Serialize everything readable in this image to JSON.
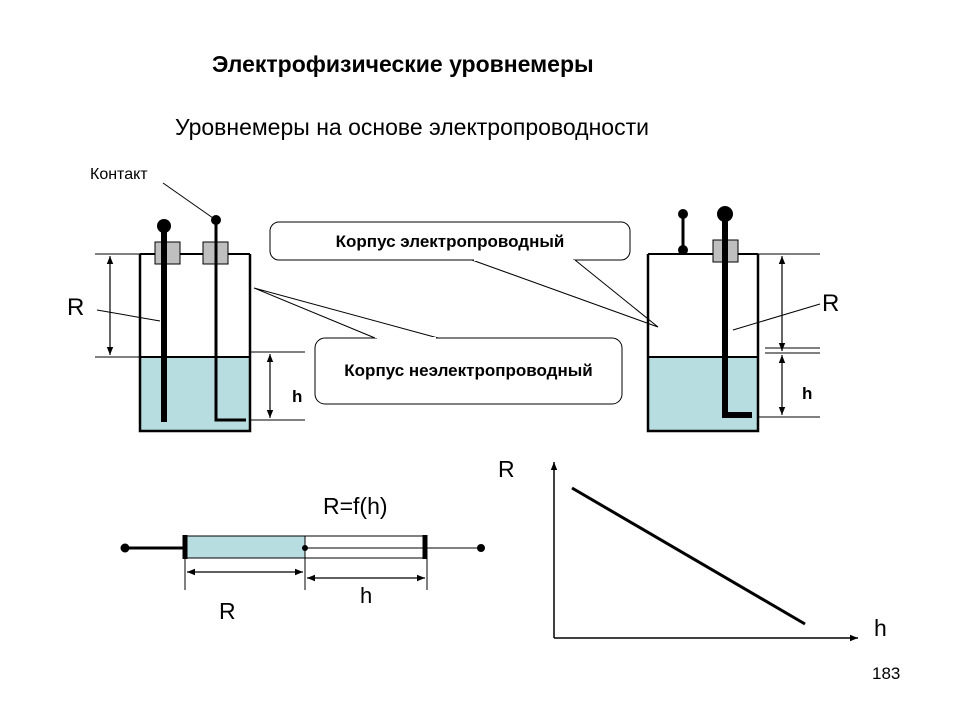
{
  "title": "Электрофизические уровнемеры",
  "subtitle": "Уровнемеры на основе электропроводности",
  "labels": {
    "contact": "Контакт",
    "r_left": "R",
    "h_left": "h",
    "r_right": "R",
    "h_right": "h"
  },
  "callouts": {
    "conductive": "Корпус электропроводный",
    "nonconductive": "Корпус неэлектропроводный"
  },
  "resistor": {
    "formula": "R=f(h)",
    "r_label": "R",
    "h_label": "h"
  },
  "graph": {
    "y_label": "R",
    "x_label": "h"
  },
  "page_number": "183",
  "colors": {
    "liquid": "#b7dde0",
    "bushing": "#bfbfbf",
    "line": "#000000"
  }
}
